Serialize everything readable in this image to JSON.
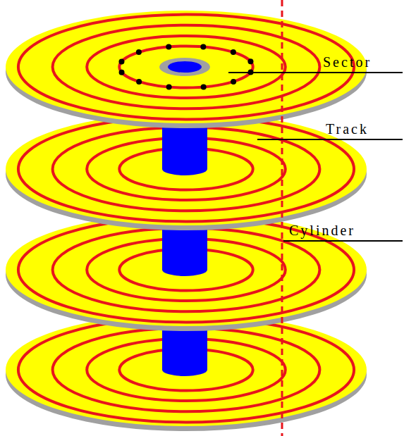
{
  "diagram": {
    "labels": [
      "Sector",
      "Track",
      "Cylinder"
    ]
  }
}
